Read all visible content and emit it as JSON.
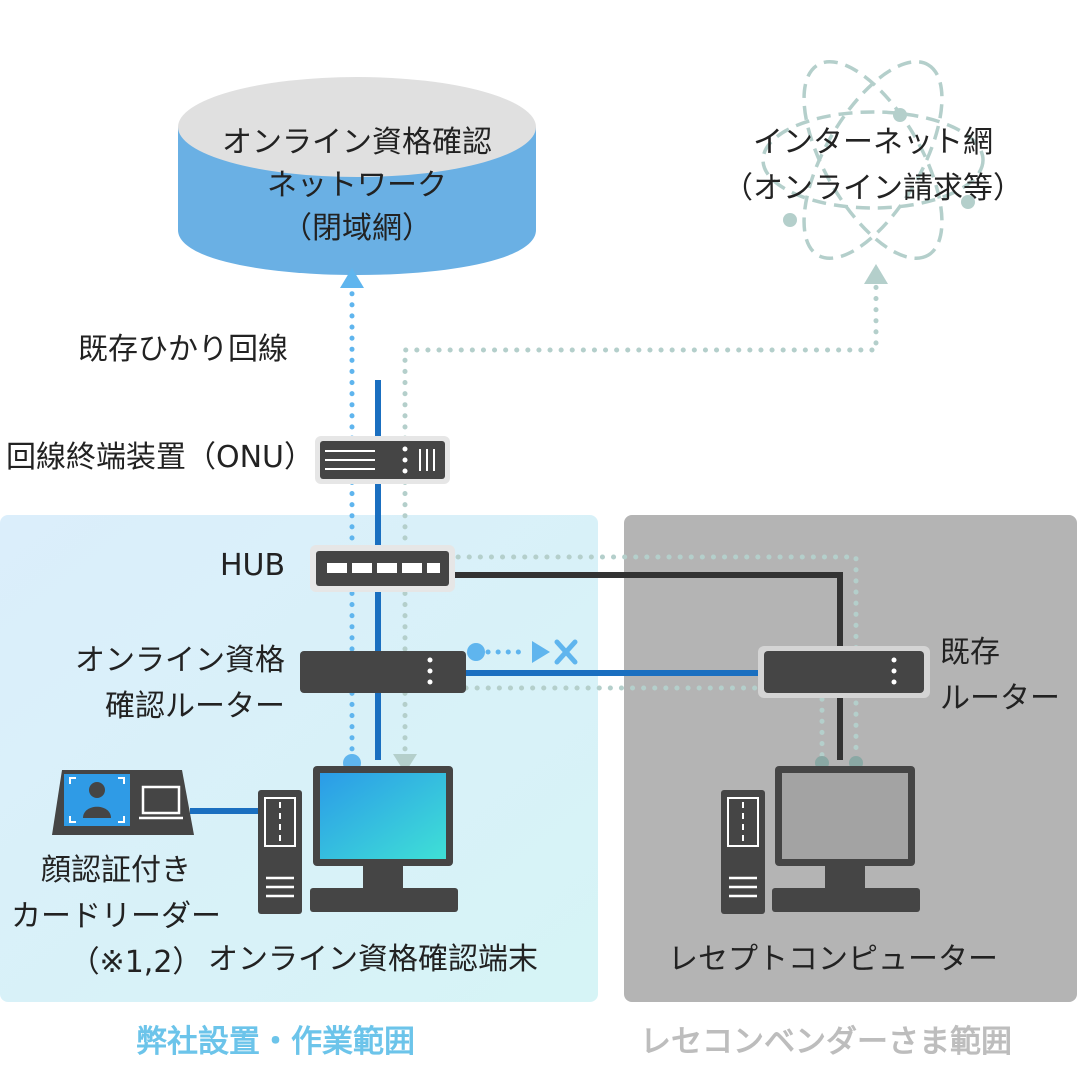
{
  "closed_network": {
    "line1": "オンライン資格確認",
    "line2": "ネットワーク",
    "line3": "（閉域網）"
  },
  "internet": {
    "line1": "インターネット網",
    "line2": "（オンライン請求等）"
  },
  "labels": {
    "optical_line": "既存ひかり回線",
    "onu": "回線終端装置（ONU）",
    "hub": "HUB",
    "oqa_router_line1": "オンライン資格",
    "oqa_router_line2": "確認ルーター",
    "existing_router_line1": "既存",
    "existing_router_line2": "ルーター",
    "card_reader_line1": "顔認証付き",
    "card_reader_line2": "カードリーダー",
    "card_reader_line3": "（※1,2）",
    "oqa_terminal": "オンライン資格確認端末",
    "receipt_computer": "レセプトコンピューター"
  },
  "scopes": {
    "ours": "弊社設置・作業範囲",
    "vendor": "レセコンベンダーさま範囲"
  },
  "colors": {
    "closed_network_blue": "#6ab0e4",
    "cable_blue": "#1a6fc0",
    "dotted_blue": "#5fb5ee",
    "dotted_teal": "#b4cfcb",
    "our_scope_text": "#6cc4ea",
    "vendor_scope_text": "#bdbdbd",
    "device_gray": "#454545"
  }
}
